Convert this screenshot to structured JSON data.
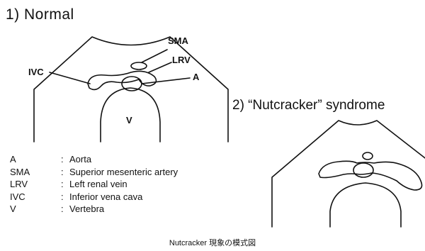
{
  "normal": {
    "title": "1) Normal",
    "labels": {
      "sma": "SMA",
      "lrv": "LRV",
      "ivc": "IVC",
      "aorta": "A",
      "vertebra": "V"
    }
  },
  "nutcracker": {
    "title": "2) “Nutcracker” syndrome"
  },
  "legend": [
    {
      "abbr": "A",
      "sep": ":",
      "text": "Aorta"
    },
    {
      "abbr": "SMA",
      "sep": ":",
      "text": "Superior mesenteric artery"
    },
    {
      "abbr": "LRV",
      "sep": ":",
      "text": "Left renal vein"
    },
    {
      "abbr": "IVC",
      "sep": ":",
      "text": "Inferior vena cava"
    },
    {
      "abbr": "V",
      "sep": ":",
      "text": "Vertebra"
    }
  ],
  "caption": "Nutcracker 現象の模式図"
}
